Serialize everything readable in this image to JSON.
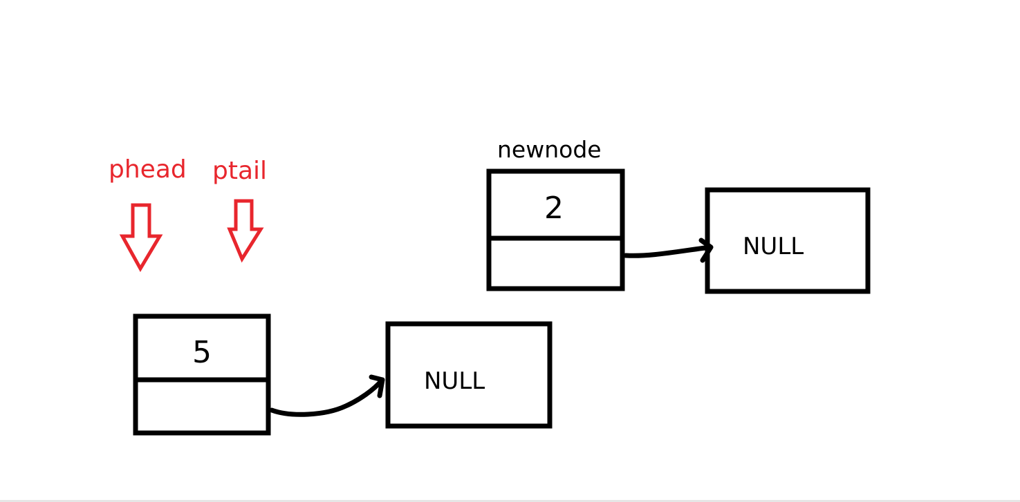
{
  "colors": {
    "pointer": "#e8262d",
    "ink": "#000000",
    "background": "#ffffff"
  },
  "pointers": {
    "phead": "phead",
    "ptail": "ptail"
  },
  "list_node": {
    "value": "5",
    "next": "NULL"
  },
  "new_node": {
    "label": "newnode",
    "value": "2",
    "next": "NULL"
  }
}
